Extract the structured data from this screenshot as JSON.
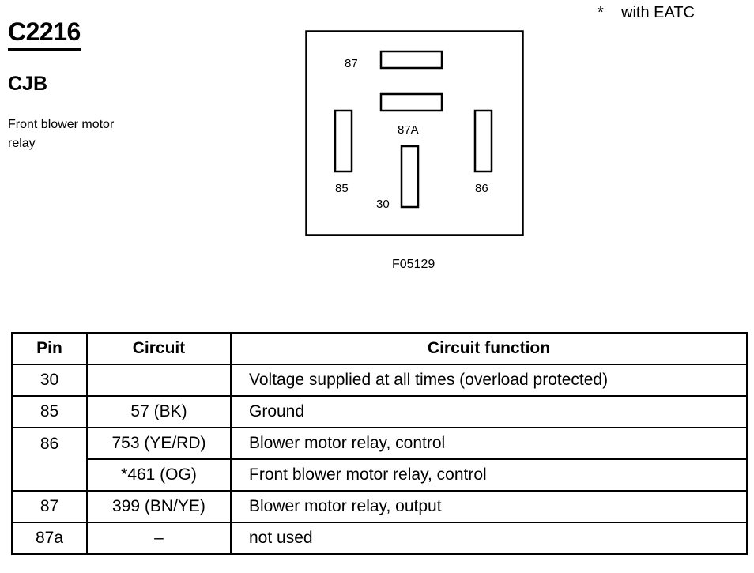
{
  "header": {
    "connector_id": "C2216",
    "location": "CJB",
    "description": "Front blower motor relay",
    "footnote": "*    with EATC"
  },
  "diagram": {
    "figure_id": "F05129",
    "pin_labels": {
      "p87": "87",
      "p87a": "87A",
      "p85": "85",
      "p86": "86",
      "p30": "30"
    }
  },
  "table": {
    "headers": [
      "Pin",
      "Circuit",
      "Circuit function"
    ],
    "rows": [
      {
        "pin": "30",
        "circuit": "",
        "function": "Voltage supplied at all times (overload protected)"
      },
      {
        "pin": "85",
        "circuit": "57 (BK)",
        "function": "Ground"
      },
      {
        "pin": "86",
        "circuit": "753 (YE/RD)",
        "function": "Blower motor relay, control"
      },
      {
        "pin": "",
        "circuit": "*461 (OG)",
        "function": "Front blower motor relay, control"
      },
      {
        "pin": "87",
        "circuit": "399 (BN/YE)",
        "function": "Blower motor relay, output"
      },
      {
        "pin": "87a",
        "circuit": "–",
        "function": "not used"
      }
    ]
  }
}
